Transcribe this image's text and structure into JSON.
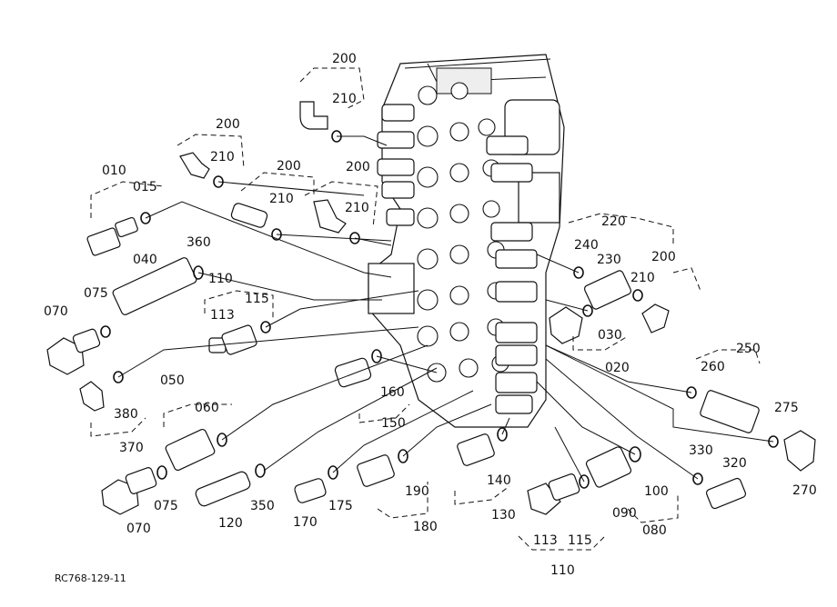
{
  "drawing_code": "RC768-129-11",
  "callouts": [
    {
      "id": "c200a",
      "text": "200"
    },
    {
      "id": "c210a",
      "text": "210"
    },
    {
      "id": "c200b",
      "text": "200"
    },
    {
      "id": "c210b",
      "text": "210"
    },
    {
      "id": "c200c",
      "text": "200"
    },
    {
      "id": "c210c",
      "text": "210"
    },
    {
      "id": "c200d",
      "text": "200"
    },
    {
      "id": "c210d",
      "text": "210"
    },
    {
      "id": "c010",
      "text": "010"
    },
    {
      "id": "c015",
      "text": "015"
    },
    {
      "id": "c040",
      "text": "040"
    },
    {
      "id": "c360",
      "text": "360"
    },
    {
      "id": "c110a",
      "text": "110"
    },
    {
      "id": "c115a",
      "text": "115"
    },
    {
      "id": "c113a",
      "text": "113"
    },
    {
      "id": "c075a",
      "text": "075"
    },
    {
      "id": "c070a",
      "text": "070"
    },
    {
      "id": "c380",
      "text": "380"
    },
    {
      "id": "c370",
      "text": "370"
    },
    {
      "id": "c050",
      "text": "050"
    },
    {
      "id": "c060",
      "text": "060"
    },
    {
      "id": "c075b",
      "text": "075"
    },
    {
      "id": "c070b",
      "text": "070"
    },
    {
      "id": "c120",
      "text": "120"
    },
    {
      "id": "c350",
      "text": "350"
    },
    {
      "id": "c160",
      "text": "160"
    },
    {
      "id": "c150",
      "text": "150"
    },
    {
      "id": "c170",
      "text": "170"
    },
    {
      "id": "c175",
      "text": "175"
    },
    {
      "id": "c190",
      "text": "190"
    },
    {
      "id": "c180",
      "text": "180"
    },
    {
      "id": "c140",
      "text": "140"
    },
    {
      "id": "c130",
      "text": "130"
    },
    {
      "id": "c113b",
      "text": "113"
    },
    {
      "id": "c115b",
      "text": "115"
    },
    {
      "id": "c110b",
      "text": "110"
    },
    {
      "id": "c090",
      "text": "090"
    },
    {
      "id": "c100",
      "text": "100"
    },
    {
      "id": "c080",
      "text": "080"
    },
    {
      "id": "c330",
      "text": "330"
    },
    {
      "id": "c320",
      "text": "320"
    },
    {
      "id": "c220",
      "text": "220"
    },
    {
      "id": "c240",
      "text": "240"
    },
    {
      "id": "c230",
      "text": "230"
    },
    {
      "id": "c210e",
      "text": "210"
    },
    {
      "id": "c200e",
      "text": "200"
    },
    {
      "id": "c030",
      "text": "030"
    },
    {
      "id": "c020",
      "text": "020"
    },
    {
      "id": "c250",
      "text": "250"
    },
    {
      "id": "c260",
      "text": "260"
    },
    {
      "id": "c275",
      "text": "275"
    },
    {
      "id": "c270",
      "text": "270"
    }
  ]
}
